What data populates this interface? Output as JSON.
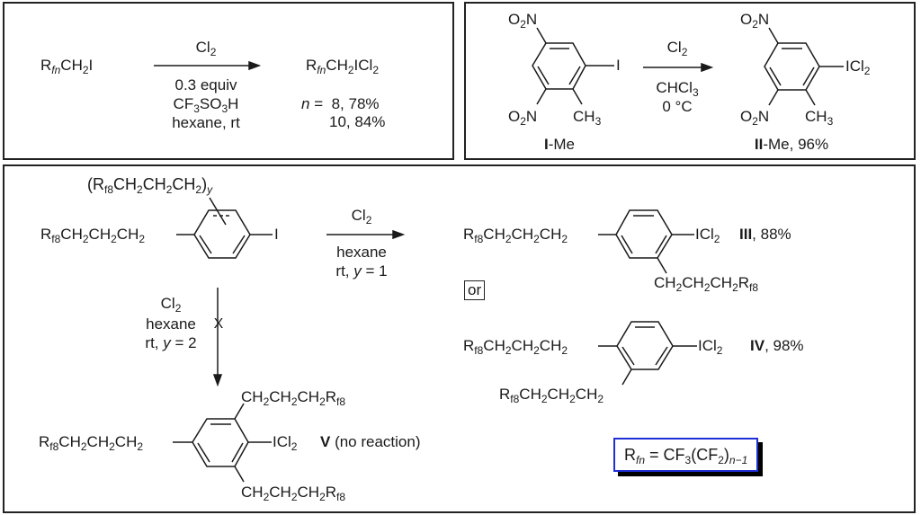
{
  "panel1": {
    "reactant_prefix": "R",
    "reactant_sub": "fn",
    "reactant_suffix": "CH",
    "reactant_h_sub": "2",
    "reactant_end": "I",
    "reagent_above": "Cl",
    "reagent_above_sub": "2",
    "conditions": [
      "0.3 equiv",
      "CF3SO3H",
      "hexane, rt"
    ],
    "product_prefix": "R",
    "product_sub": "fn",
    "product_mid": "CH",
    "product_h_sub": "2",
    "product_end": "ICl",
    "product_end_sub": "2",
    "yield_var": "n",
    "yields": [
      {
        "n": "8",
        "pct": "78%"
      },
      {
        "n": "10",
        "pct": "84%"
      }
    ]
  },
  "panel2": {
    "substituent_no2_top": "O2N",
    "substituent_no2_bottom": "O2N",
    "substituent_ch3": "CH3",
    "substituent_i": "I",
    "substituent_icl2": "ICl2",
    "reagent_above": "Cl2",
    "conditions": [
      "CHCl3",
      "0 °C"
    ],
    "reactant_label_bold": "I",
    "reactant_label_rest": "-Me",
    "product_label_bold": "II",
    "product_label_rest": "-Me, 96%"
  },
  "panel3": {
    "start_chain": "Rf8CH2CH2CH2",
    "start_bracket_chain": "(Rf8CH2CH2CH2)",
    "start_bracket_sub": "y",
    "start_i": "I",
    "right_reagent": "Cl2",
    "right_conditions": [
      "hexane",
      "rt, y = 1"
    ],
    "down_reagent": "Cl2",
    "down_conditions": [
      "hexane",
      "rt, y = 2"
    ],
    "down_blocked_mark": "X",
    "or_label": "or",
    "product_III": {
      "chain": "Rf8CH2CH2CH2",
      "ortho_chain": "CH2CH2CH2Rf8",
      "group": "ICl2",
      "label_bold": "III",
      "label_rest": ", 88%"
    },
    "product_IV": {
      "chain": "Rf8CH2CH2CH2",
      "ortho_chain": "Rf8CH2CH2CH2",
      "group": "ICl2",
      "label_bold": "IV",
      "label_rest": ", 98%"
    },
    "product_V": {
      "chain": "Rf8CH2CH2CH2",
      "ortho_chain_top": "CH2CH2CH2Rf8",
      "ortho_chain_bottom": "CH2CH2CH2Rf8",
      "group": "ICl2",
      "label_bold": "V",
      "label_rest": " (no reaction)"
    },
    "legend": {
      "lhs": "R",
      "lhs_sub": "fn",
      "eq": " = CF",
      "cf3_sub": "3",
      "paren": "(CF",
      "cf2_sub": "2",
      "close": ")",
      "exp_sub": "n−1"
    }
  },
  "colors": {
    "legend_border": "#1f2fd6",
    "line": "#1a1a1a"
  }
}
